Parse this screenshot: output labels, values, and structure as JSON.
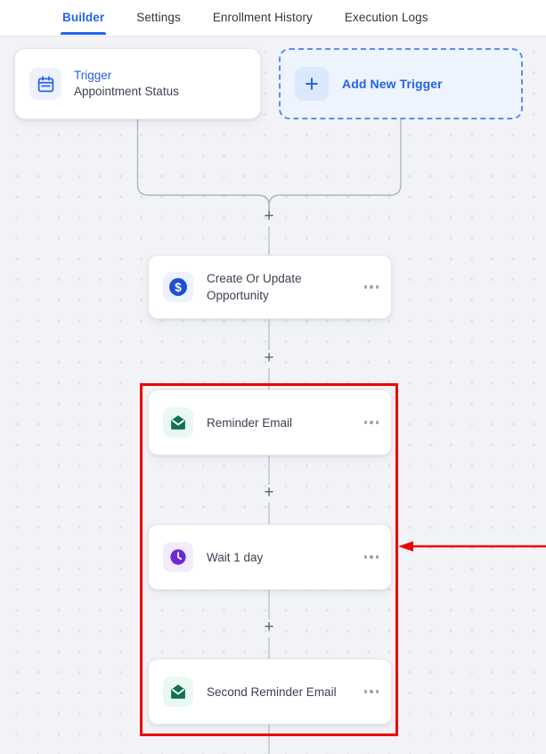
{
  "tabs": [
    {
      "label": "Builder",
      "active": true
    },
    {
      "label": "Settings",
      "active": false
    },
    {
      "label": "Enrollment History",
      "active": false
    },
    {
      "label": "Execution Logs",
      "active": false
    }
  ],
  "trigger": {
    "icon": "calendar-icon",
    "kicker": "Trigger",
    "name": "Appointment Status"
  },
  "add_trigger": {
    "icon": "plus-icon",
    "label": "Add New Trigger"
  },
  "steps": [
    {
      "id": "create-or-update-opportunity",
      "icon": "dollar-circle-icon",
      "label": "Create Or Update Opportunity",
      "menu": "more-options"
    },
    {
      "id": "reminder-email",
      "icon": "envelope-icon",
      "label": "Reminder Email",
      "menu": "more-options"
    },
    {
      "id": "wait-1-day",
      "icon": "clock-icon",
      "label": "Wait 1 day",
      "menu": "more-options"
    },
    {
      "id": "second-reminder-email",
      "icon": "envelope-icon",
      "label": "Second Reminder Email",
      "menu": "more-options"
    }
  ],
  "connectors": [
    {
      "id": "add-step-after-trigger",
      "label": "+"
    },
    {
      "id": "add-step-after-opportunity",
      "label": "+"
    },
    {
      "id": "add-step-after-reminder-email",
      "label": "+"
    },
    {
      "id": "add-step-after-wait",
      "label": "+"
    }
  ],
  "annotation": {
    "type": "highlight-box-with-arrow",
    "color": "#ef0000"
  },
  "colors": {
    "accent": "#2563eb",
    "canvas": "#f1f3f7",
    "grid_dot": "#e2e4e8",
    "icon_blue": "#2563eb",
    "icon_green": "#0f7052",
    "icon_purple": "#6d28d9",
    "annotation_red": "#ef0000"
  }
}
